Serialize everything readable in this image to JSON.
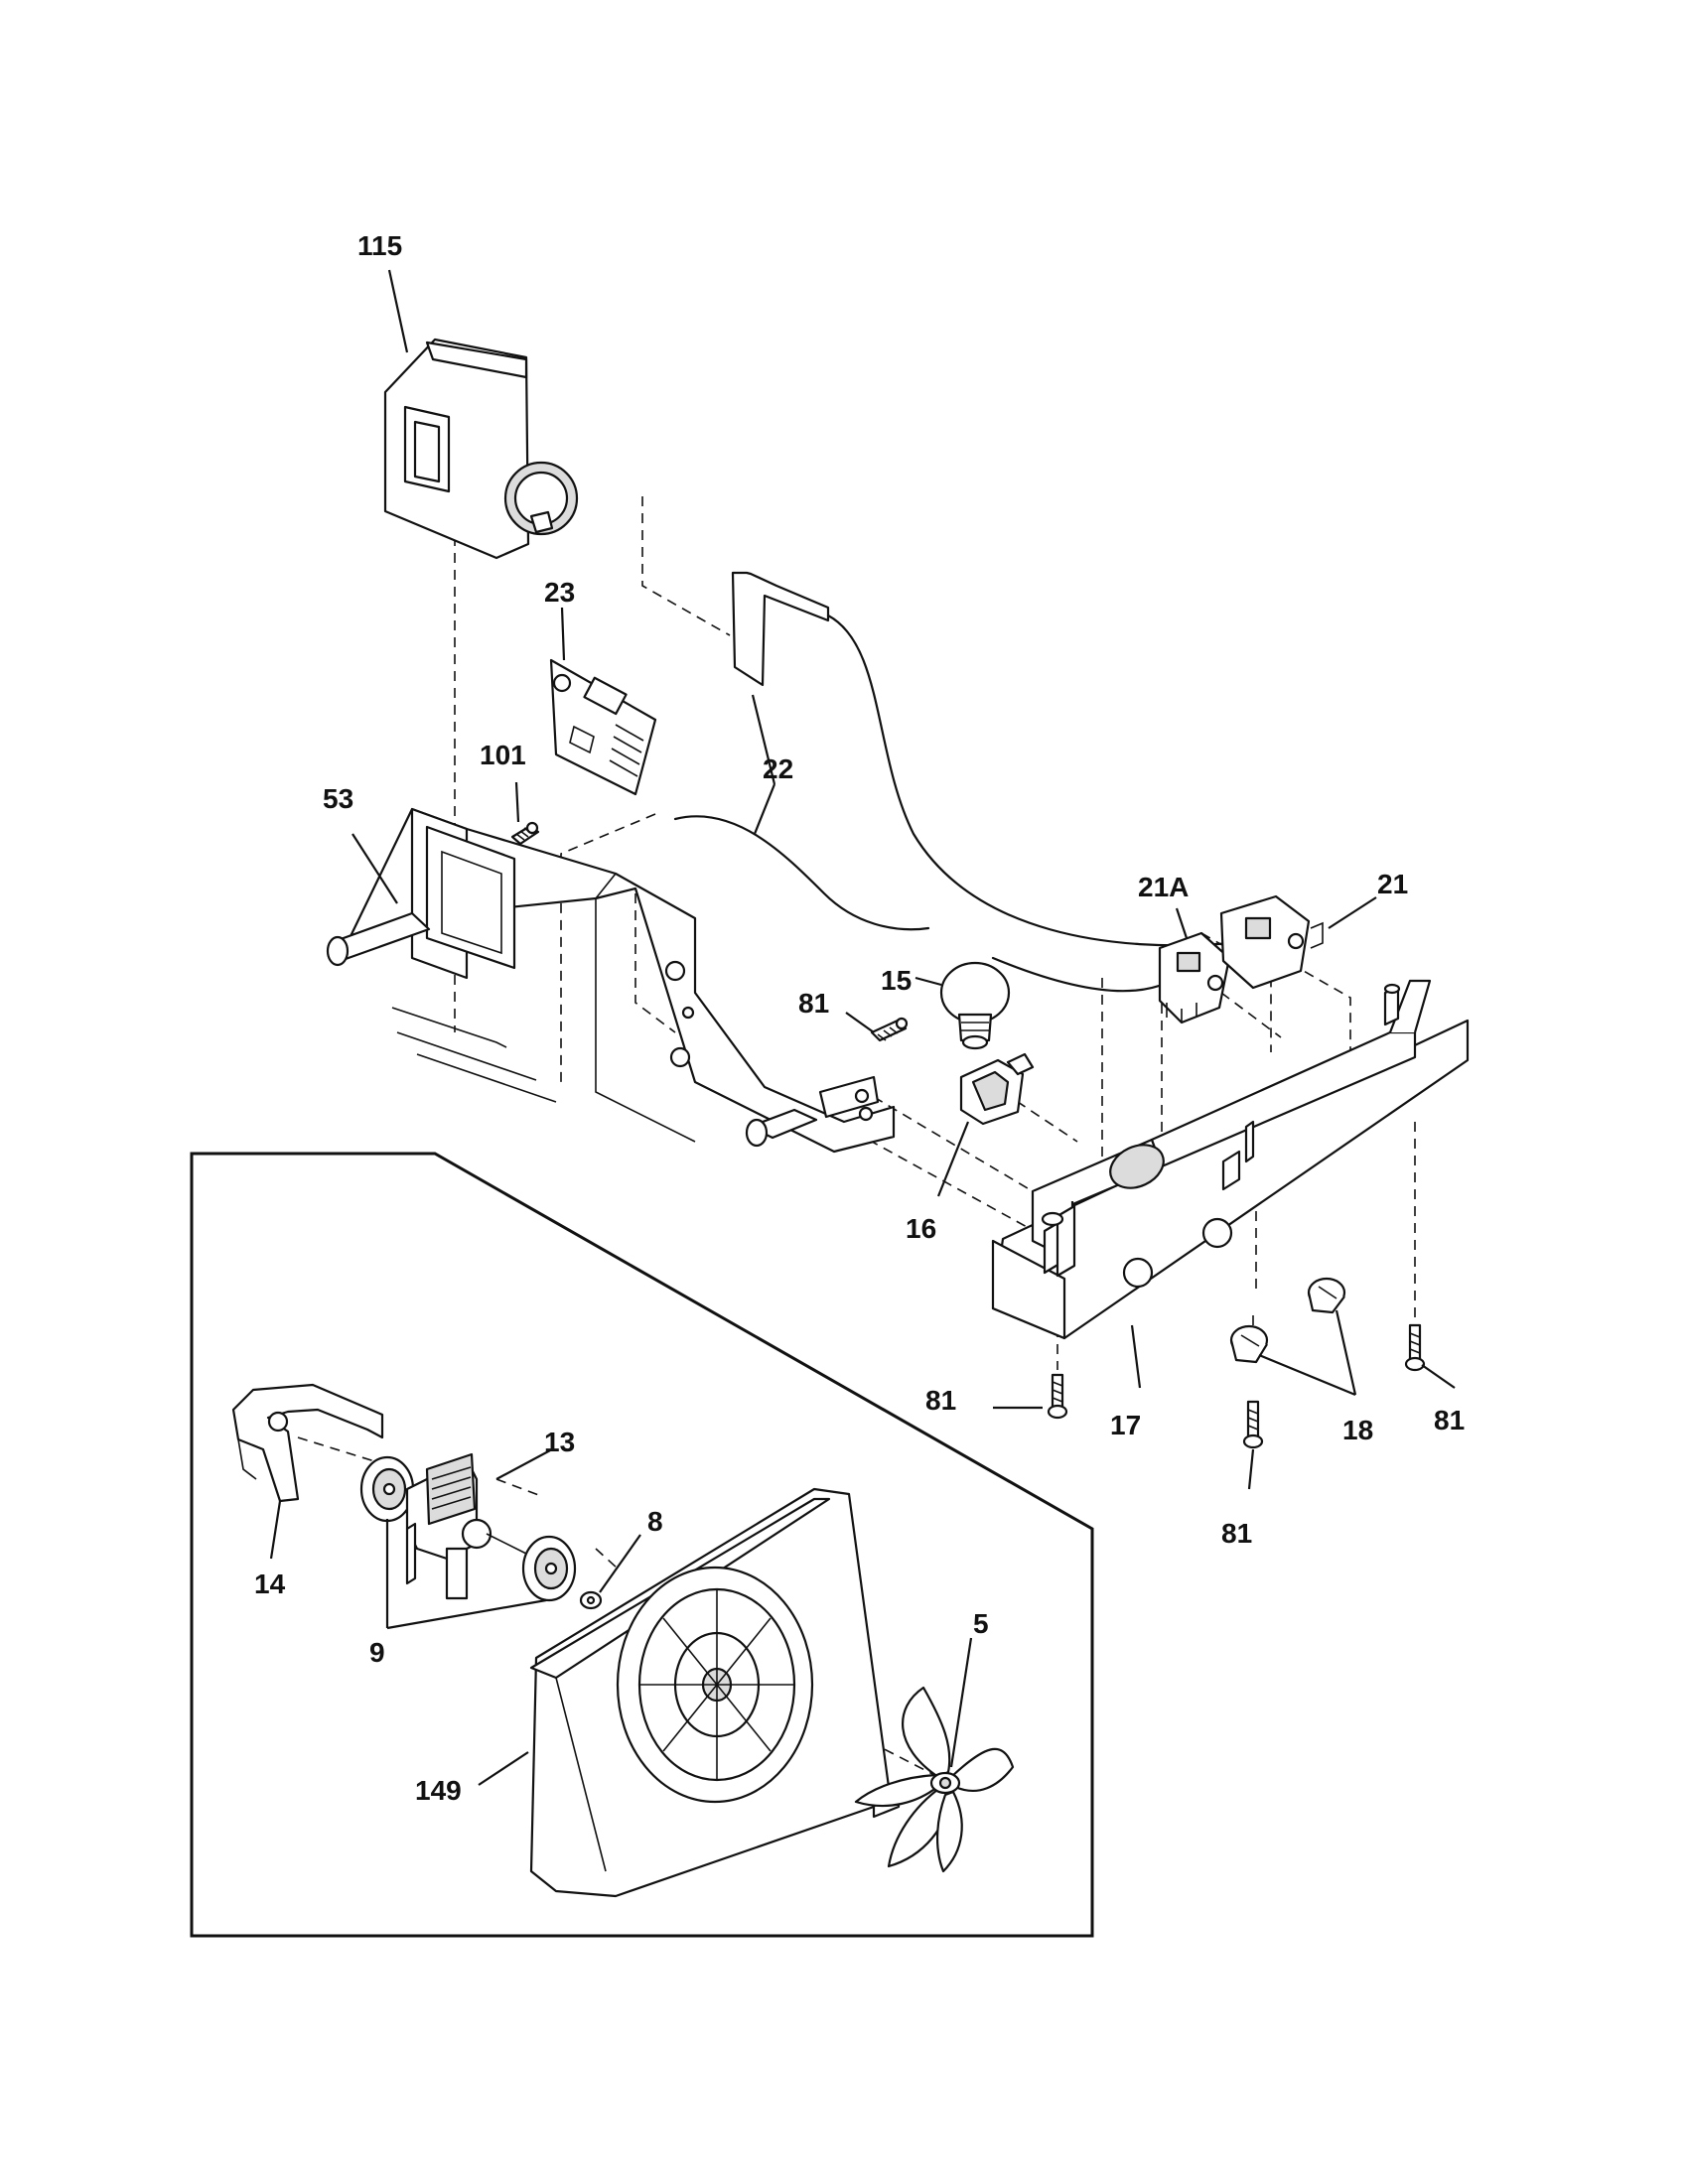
{
  "diagram": {
    "callouts": [
      {
        "id": "c115",
        "text": "115"
      },
      {
        "id": "c23",
        "text": "23"
      },
      {
        "id": "c22",
        "text": "22"
      },
      {
        "id": "c101",
        "text": "101"
      },
      {
        "id": "c53",
        "text": "53"
      },
      {
        "id": "c21A",
        "text": "21A"
      },
      {
        "id": "c21",
        "text": "21"
      },
      {
        "id": "c15",
        "text": "15"
      },
      {
        "id": "c81a",
        "text": "81"
      },
      {
        "id": "c16",
        "text": "16"
      },
      {
        "id": "c81b",
        "text": "81"
      },
      {
        "id": "c17",
        "text": "17"
      },
      {
        "id": "c18",
        "text": "18"
      },
      {
        "id": "c81c",
        "text": "81"
      },
      {
        "id": "c81d",
        "text": "81"
      },
      {
        "id": "c13",
        "text": "13"
      },
      {
        "id": "c8",
        "text": "8"
      },
      {
        "id": "c14",
        "text": "14"
      },
      {
        "id": "c9",
        "text": "9"
      },
      {
        "id": "c5",
        "text": "5"
      },
      {
        "id": "c149",
        "text": "149"
      }
    ]
  }
}
